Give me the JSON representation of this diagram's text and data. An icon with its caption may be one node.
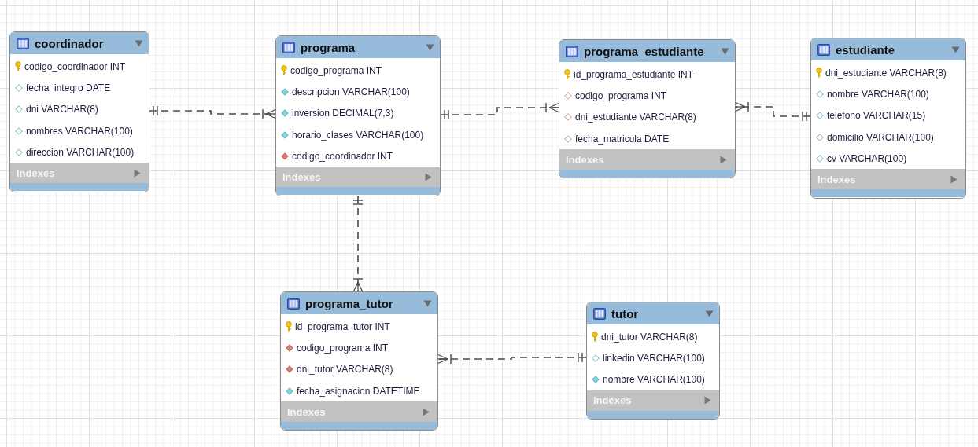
{
  "diagram": {
    "nodes": [
      {
        "text": [
          "coordinador",
          "codigo_coordinador INT",
          "fecha_integro DATE",
          "dni VARCHAR(8)",
          "nombres VARCHAR(100)",
          "direccion VARCHAR(100)",
          "Indexes"
        ]
      },
      {
        "text": [
          "programa",
          "codigo_programa INT",
          "descripcion VARCHAR(100)",
          "inversion DECIMAL(7,3)",
          "horario_clases VARCHAR(100)",
          "codigo_coordinador INT",
          "Indexes"
        ]
      },
      {
        "text": [
          "programa_estudiante",
          "id_programa_estudiante INT",
          "codigo_programa INT",
          "dni_estudiante VARCHAR(8)",
          "fecha_matricula DATE",
          "Indexes"
        ]
      },
      {
        "text": [
          "estudiante",
          "dni_estudiante VARCHAR(8)",
          "nombre VARCHAR(100)",
          "telefono VARCHAR(15)",
          "domicilio VARCHAR(100)",
          "cv VARCHAR(100)",
          "Indexes"
        ]
      },
      {
        "text": [
          "programa_tutor",
          "id_programa_tutor INT",
          "codigo_programa INT",
          "dni_tutor VARCHAR(8)",
          "fecha_asignacion DATETIME",
          "Indexes"
        ]
      },
      {
        "text": [
          "tutor",
          "dni_tutor VARCHAR(8)",
          "linkedin VARCHAR(100)",
          "nombre VARCHAR(100)",
          "Indexes"
        ]
      }
    ],
    "edges": [
      {
        "from": 0,
        "to": 1,
        "arrow": "other",
        "style": "dashed"
      },
      {
        "from": 1,
        "to": 2,
        "arrow": "other",
        "style": "dashed"
      },
      {
        "from": 3,
        "to": 2,
        "arrow": "other",
        "style": "dashed"
      },
      {
        "from": 1,
        "to": 4,
        "arrow": "other",
        "style": "dashed"
      },
      {
        "from": 5,
        "to": 4,
        "arrow": "other",
        "style": "dashed"
      }
    ]
  }
}
